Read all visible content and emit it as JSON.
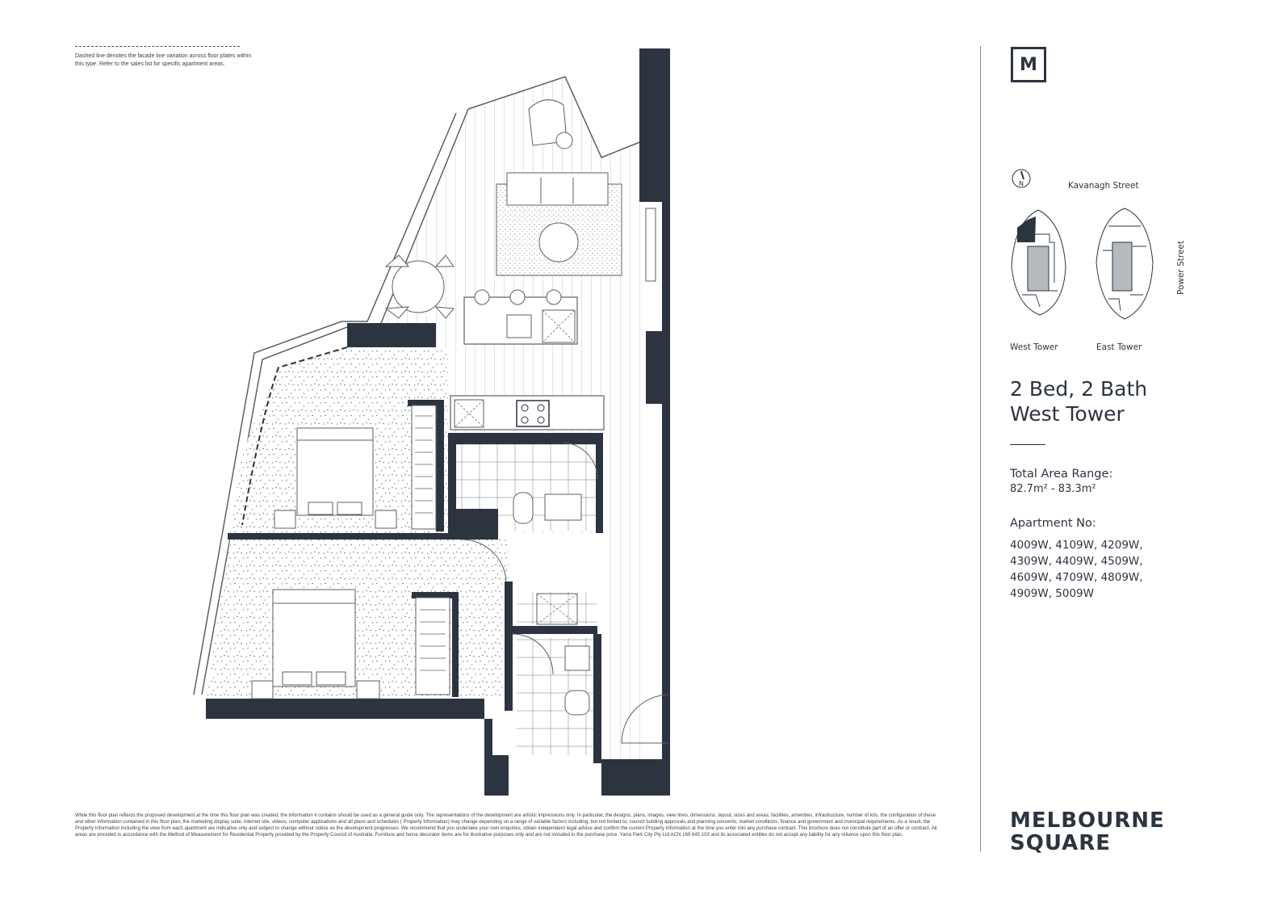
{
  "note": {
    "text": "Dashed line denotes the facade line variation across floor plates within this type. Refer to the sales list for specific apartment areas."
  },
  "logo": {
    "letter": "M"
  },
  "key_plan": {
    "street_top": "Kavanagh Street",
    "street_right": "Power Street",
    "compass": "N",
    "west_label": "West Tower",
    "east_label": "East Tower"
  },
  "apartment": {
    "title_line1": "2 Bed, 2 Bath",
    "title_line2": "West Tower",
    "area_heading": "Total Area Range:",
    "area_value": "82.7m² - 83.3m²",
    "apt_heading": "Apartment No:",
    "apt_lines": [
      "4009W, 4109W, 4209W,",
      "4309W, 4409W, 4509W,",
      "4609W, 4709W, 4809W,",
      "4909W, 5009W"
    ]
  },
  "brand": {
    "line1": "MELBOURNE",
    "line2": "SQUARE"
  },
  "disclaimer": "While this floor plan reflects the proposed development at the time this floor plan was created, the information it contains should be used as a general guide only. The representations of the development are artistic impressions only. In particular, the designs, plans, images, view lines, dimensions, layout, sizes and areas, facilities, amenities, infrastructure, number of lots, the configuration of these and other information contained in this floor plan, the marketing display suite, internet site, videos, computer applications and all plans and schedules ( Property Information) may change depending on a range of variable factors including, but not limited to, council building approvals and planning consents, market conditions, finance and government and municipal requirements. As a result, the Property Information including the view from each apartment are indicative only and subject to change without notice as the development progresses. We recommend that you undertake your own enquiries, obtain independent legal advice and confirm the current Property Information at the time you enter into any purchase contract. This brochure does not constitute part of an offer or contract. All areas are provided in accordance with the Method of Measurement for Residential Property provided by the Property Council of Australia. Furniture and home decorator items are for illustrative purposes only and are not included in the purchase price. Yarra Park City Pty Ltd ACN 169 645 103 and its associated entities do not accept any liability for any reliance upon this floor plan.",
  "colors": {
    "wall": "#2c3440",
    "line": "#5a5f66",
    "accent": "#2c3440"
  }
}
